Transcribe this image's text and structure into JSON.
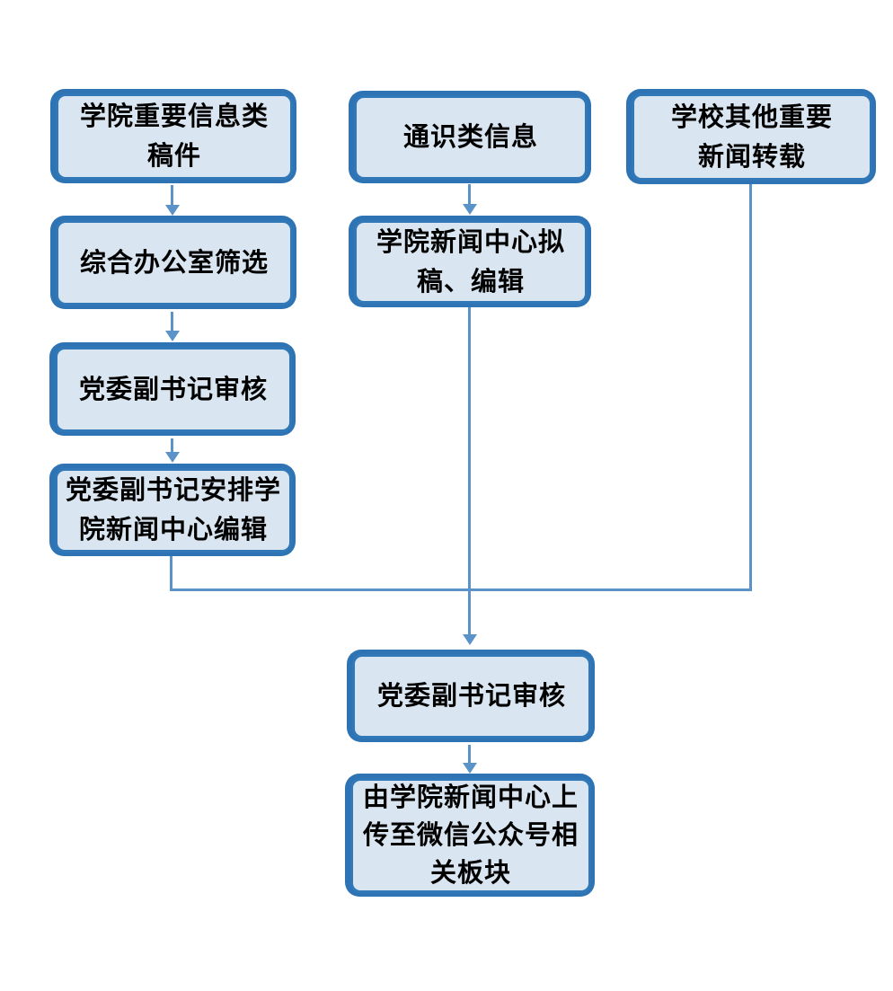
{
  "diagram": {
    "title": "",
    "type": "flowchart",
    "nodes": [
      {
        "id": "college-important-info",
        "lines": [
          "学院重要信息类",
          "稿件"
        ]
      },
      {
        "id": "office-screening",
        "lines": [
          "综合办公室筛选"
        ]
      },
      {
        "id": "party-deputy-secretary-review-1",
        "lines": [
          "党委副书记审核"
        ]
      },
      {
        "id": "party-deputy-secretary-arrange",
        "lines": [
          "党委副书记安排学",
          "院新闻中心编辑"
        ]
      },
      {
        "id": "general-info",
        "lines": [
          "通识类信息"
        ]
      },
      {
        "id": "news-center-draft-edit",
        "lines": [
          "学院新闻中心拟",
          "稿、编辑"
        ]
      },
      {
        "id": "party-deputy-secretary-review-2",
        "lines": [
          "党委副书记审核"
        ]
      },
      {
        "id": "upload-wechat",
        "lines": [
          "由学院新闻中心上",
          "传至微信公众号相",
          "关板块"
        ]
      },
      {
        "id": "school-other-news",
        "lines": [
          "学校其他重要",
          "新闻转载"
        ]
      }
    ],
    "edges": [
      {
        "from": "college-important-info",
        "to": "office-screening",
        "arrow": true
      },
      {
        "from": "office-screening",
        "to": "party-deputy-secretary-review-1",
        "arrow": true
      },
      {
        "from": "party-deputy-secretary-review-1",
        "to": "party-deputy-secretary-arrange",
        "arrow": true
      },
      {
        "from": "party-deputy-secretary-arrange",
        "to": "party-deputy-secretary-review-2",
        "arrow": true
      },
      {
        "from": "general-info",
        "to": "news-center-draft-edit",
        "arrow": true
      },
      {
        "from": "news-center-draft-edit",
        "to": "party-deputy-secretary-review-2",
        "arrow": true
      },
      {
        "from": "school-other-news",
        "to": "party-deputy-secretary-review-2",
        "arrow": true
      },
      {
        "from": "party-deputy-secretary-review-2",
        "to": "upload-wechat",
        "arrow": true
      }
    ]
  },
  "colors": {
    "bg": "#FFFFFF",
    "box_back": "#2E74B5",
    "box_border": "#3178B8",
    "box_fill": "#D9E5F1",
    "line": "#5B92C8",
    "text": "#000000"
  }
}
